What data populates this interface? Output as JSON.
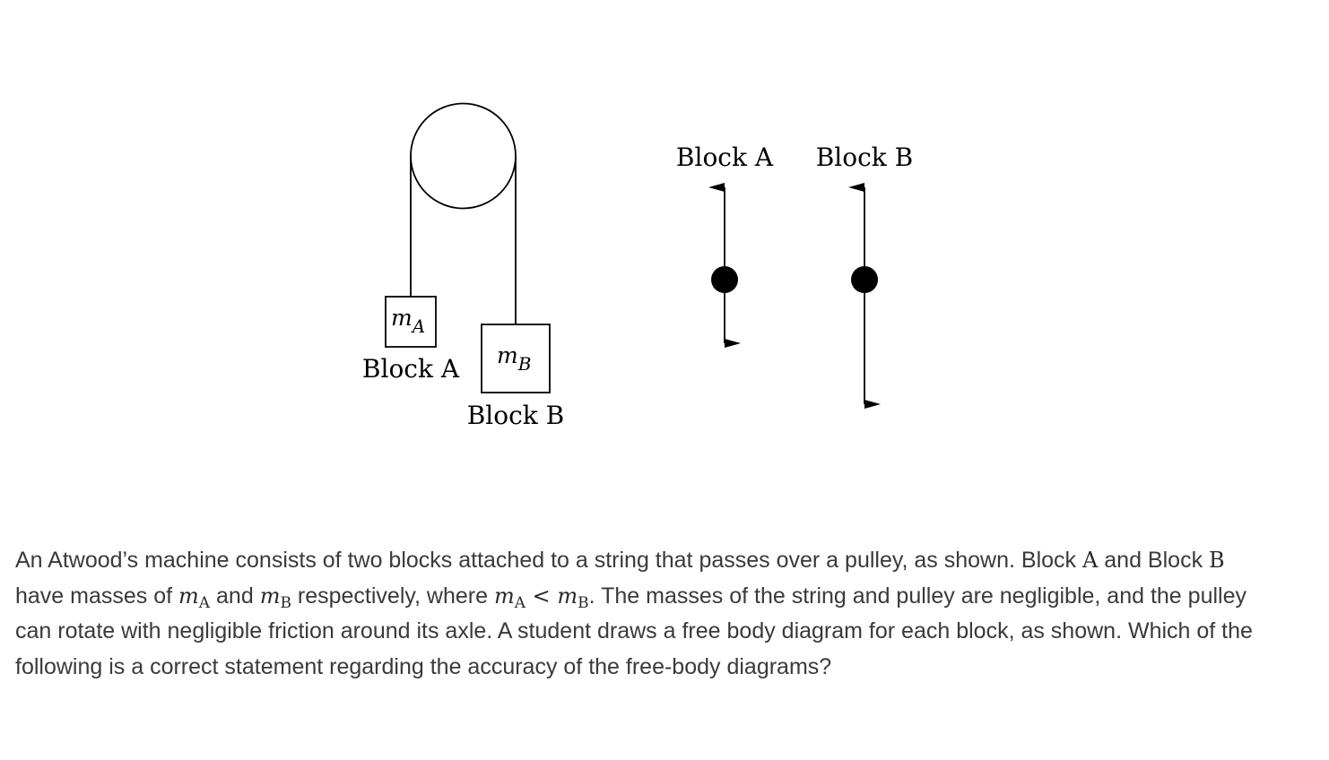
{
  "diagram": {
    "block_a_label": "Block A",
    "block_b_label": "Block B",
    "mass_a_symbol": "m",
    "mass_a_subscript": "A",
    "mass_b_symbol": "m",
    "mass_b_subscript": "B"
  },
  "free_body": {
    "block_a_title": "Block A",
    "block_b_title": "Block B"
  },
  "question": {
    "part1": "An Atwood’s machine consists of two blocks attached to a string that passes over a pulley, as shown. Block ",
    "sym_a": "A",
    "part2": " and Block ",
    "sym_b": "B",
    "part3": " have masses of ",
    "m_a_base": "m",
    "m_a_sub": "A",
    "part4": " and ",
    "m_b_base": "m",
    "m_b_sub": "B",
    "part5": " respectively, where ",
    "ineq_a_base": "m",
    "ineq_a_sub": "A",
    "ineq_op": " < ",
    "ineq_b_base": "m",
    "ineq_b_sub": "B",
    "part6": ". The masses of the string and pulley are negligible, and the pulley can rotate with negligible friction around its axle. A student draws a free body diagram for each block, as shown. Which of the following is a correct statement regarding the accuracy of the free-body diagrams?"
  }
}
